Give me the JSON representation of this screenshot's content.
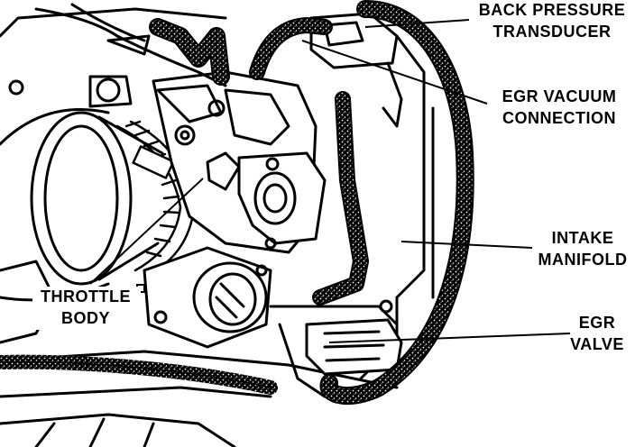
{
  "labels": {
    "back_pressure_line1": "BACK PRESSURE",
    "back_pressure_line2": "TRANSDUCER",
    "egr_vacuum_line1": "EGR VACUUM",
    "egr_vacuum_line2": "CONNECTION",
    "intake_line1": "INTAKE",
    "intake_line2": "MANIFOLD",
    "egr_valve_line1": "EGR",
    "egr_valve_line2": "VALVE",
    "throttle_line1": "THROTTLE",
    "throttle_line2": "BODY"
  }
}
